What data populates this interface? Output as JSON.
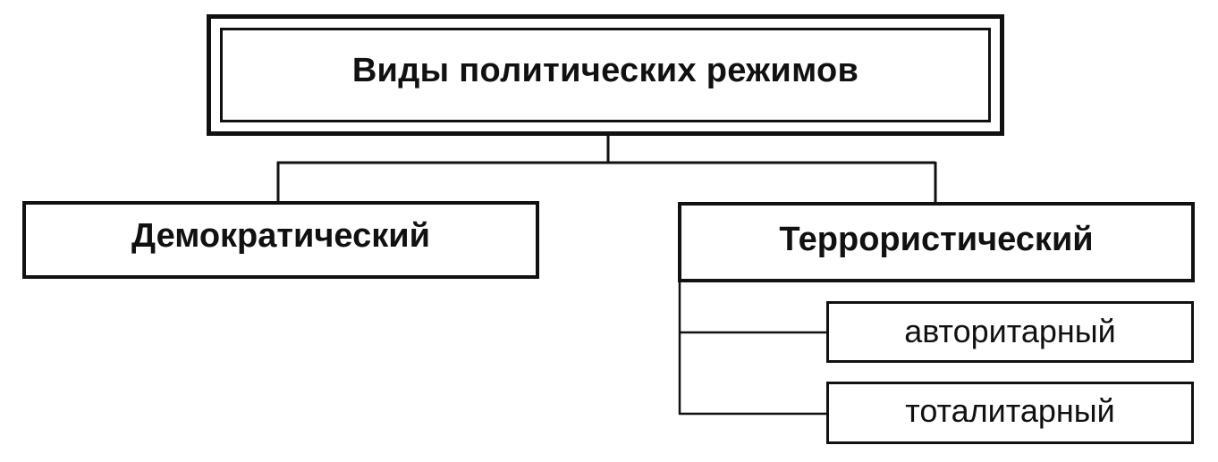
{
  "diagram": {
    "root": {
      "label": "Виды политических режимов"
    },
    "branches": [
      {
        "label": "Демократический",
        "children": []
      },
      {
        "label": "Террористический",
        "children": [
          {
            "label": "авторитарный"
          },
          {
            "label": "тоталитарный"
          }
        ]
      }
    ]
  }
}
